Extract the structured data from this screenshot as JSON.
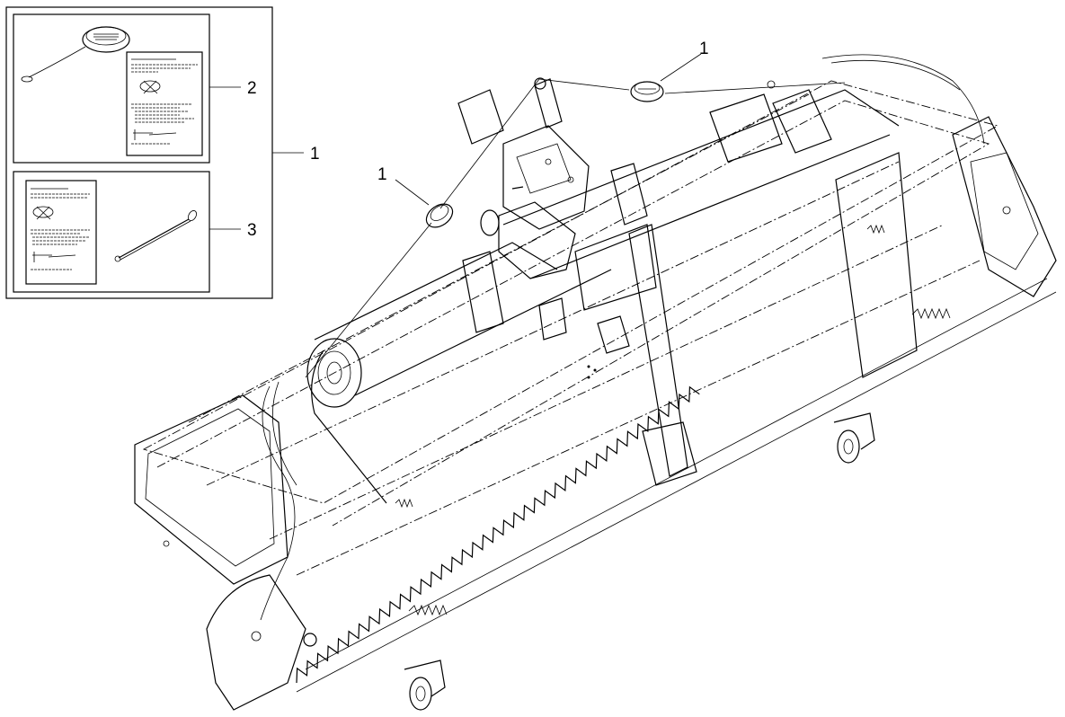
{
  "callouts": {
    "kit_main": "1",
    "kit_item_2": "2",
    "kit_item_3": "3",
    "top_weight": "1",
    "left_weight": "1"
  }
}
